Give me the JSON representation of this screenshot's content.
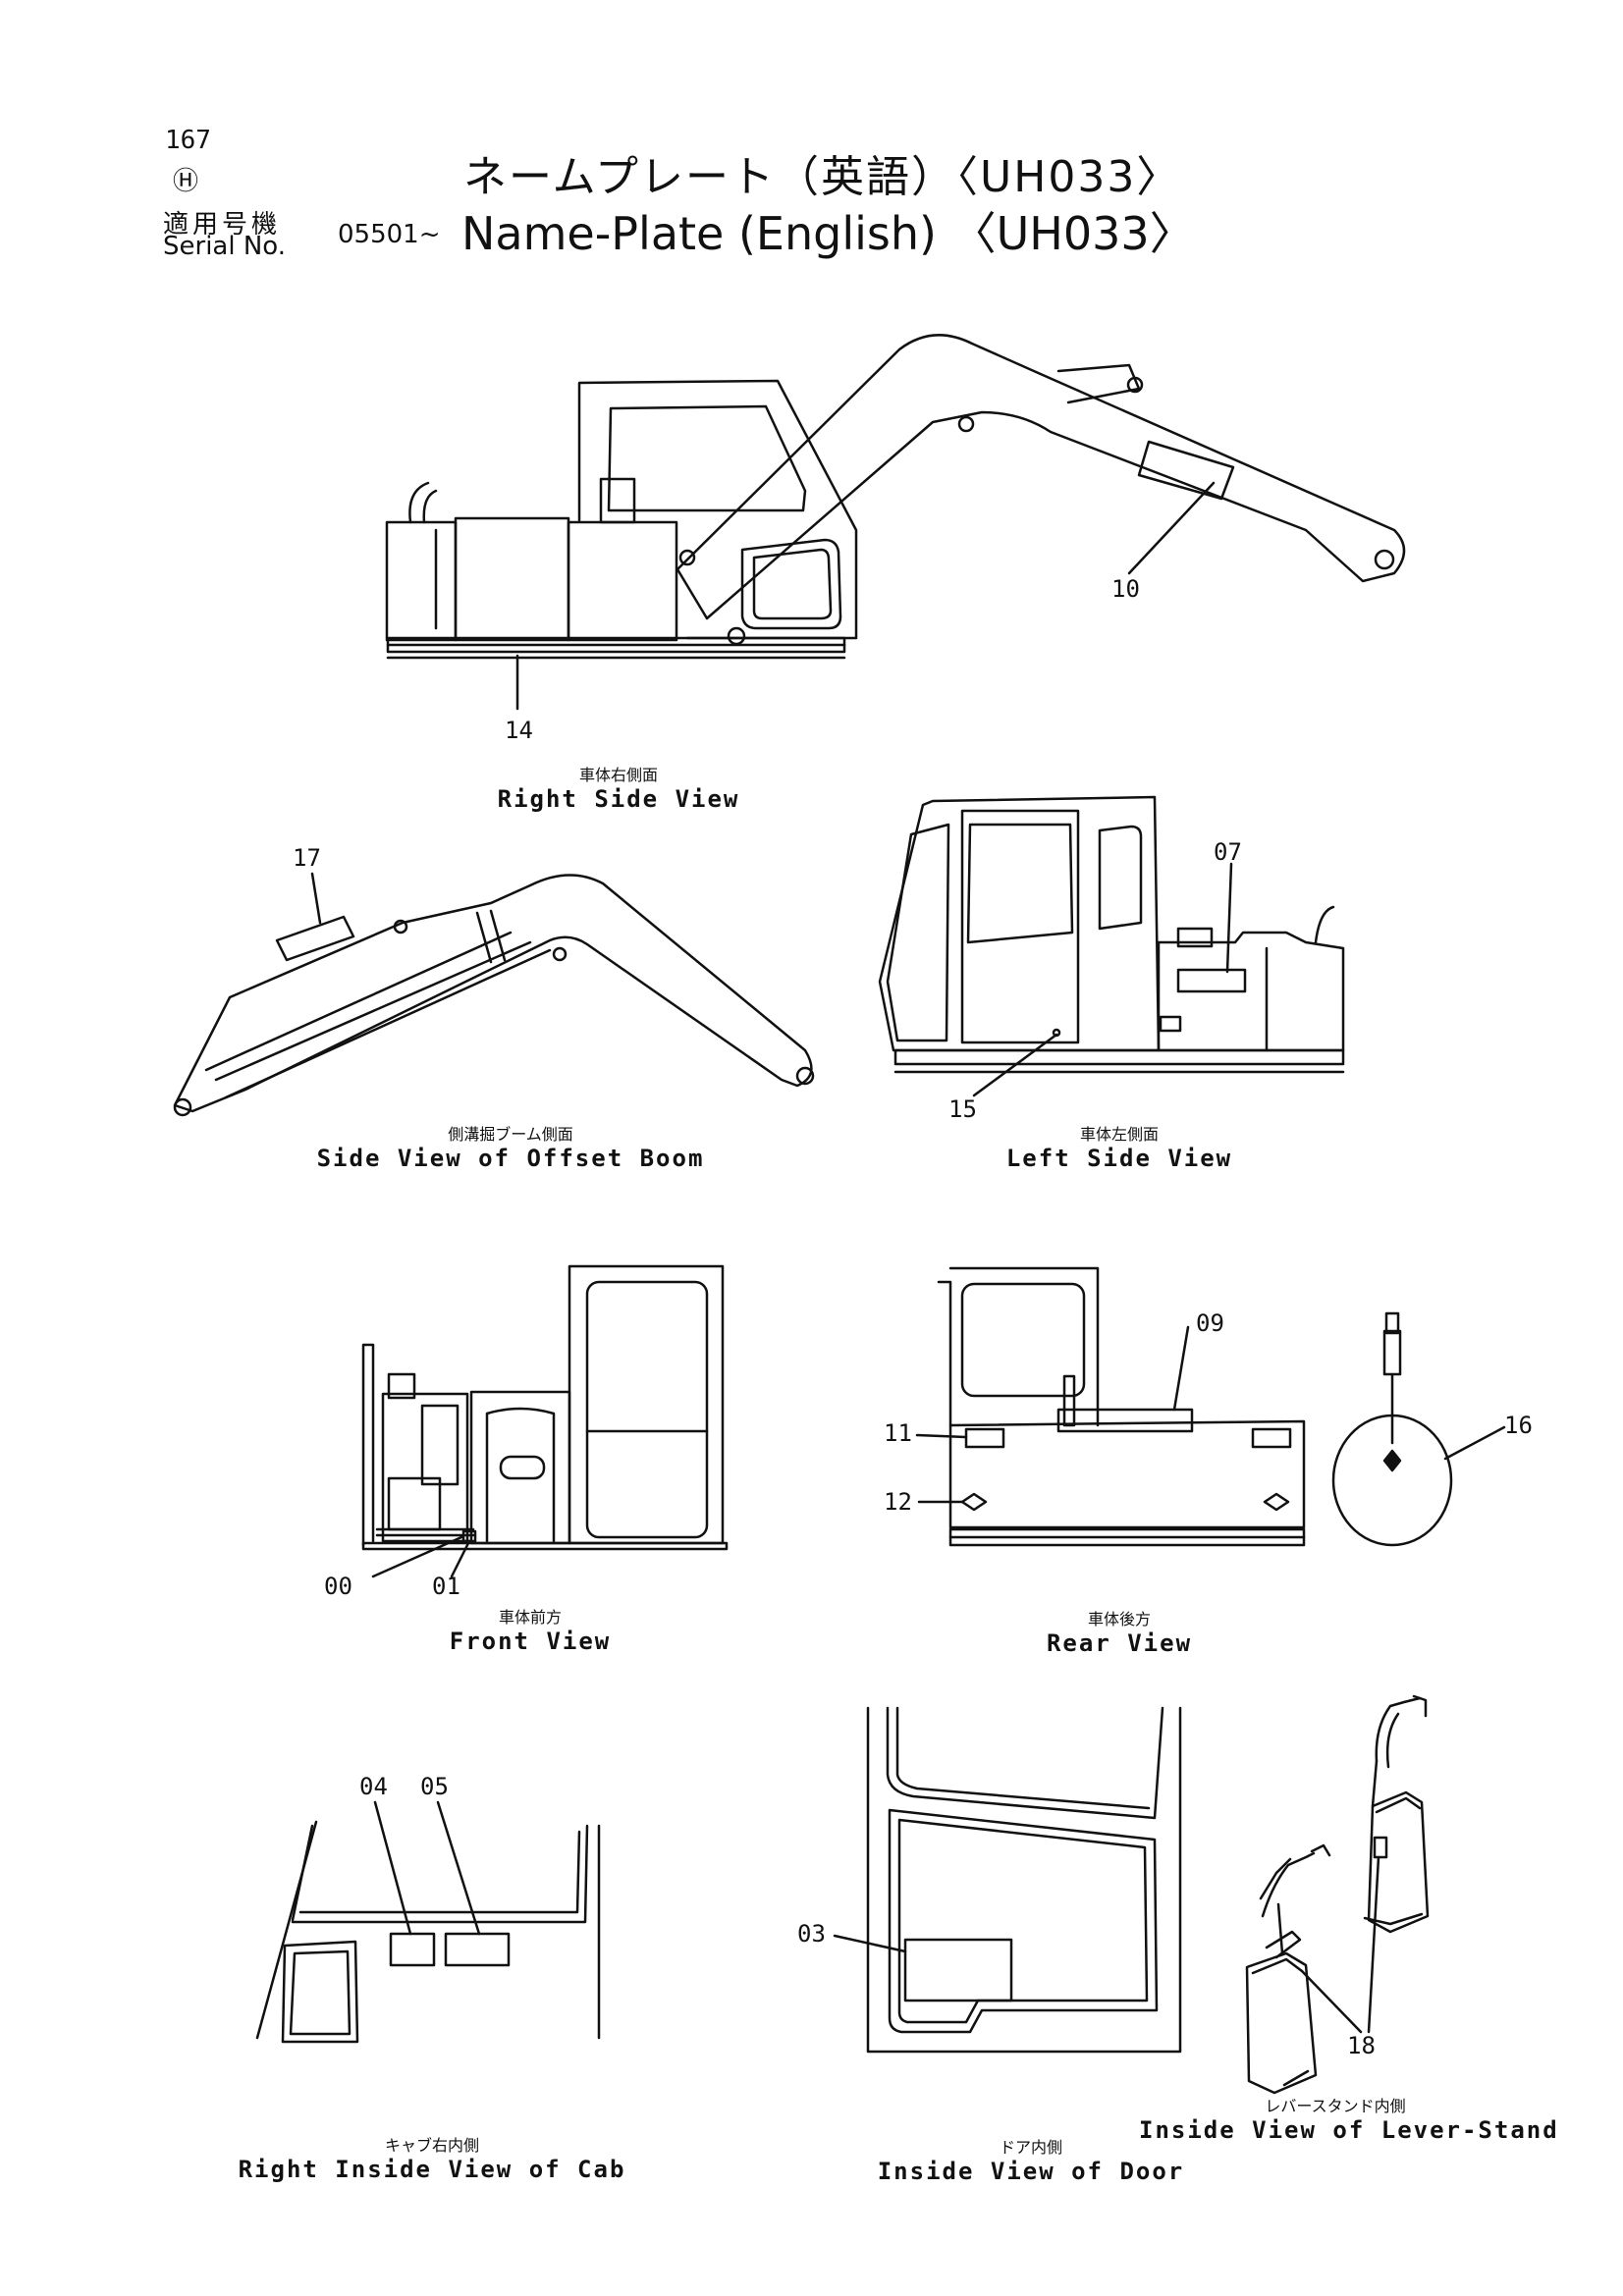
{
  "header": {
    "page_number": "167",
    "maker_mark": "Ⓗ",
    "title_jp": "ネームプレート（英語）〈UH033〉",
    "serial_label_jp": "適用号機",
    "serial_label_en": "Serial No.",
    "serial_value": "05501~",
    "title_en": "Name-Plate (English) 〈UH033〉"
  },
  "views": [
    {
      "id": "right-side",
      "caption_jp": "車体右側面",
      "caption_en": "Right Side View"
    },
    {
      "id": "offset-boom",
      "caption_jp": "側溝掘ブーム側面",
      "caption_en": "Side View of Offset Boom"
    },
    {
      "id": "left-side",
      "caption_jp": "車体左側面",
      "caption_en": "Left Side View"
    },
    {
      "id": "front",
      "caption_jp": "車体前方",
      "caption_en": "Front View"
    },
    {
      "id": "rear",
      "caption_jp": "車体後方",
      "caption_en": "Rear View"
    },
    {
      "id": "cab-inside",
      "caption_jp": "キャブ右内側",
      "caption_en": "Right Inside View of Cab"
    },
    {
      "id": "door-inside",
      "caption_jp": "ドア内側",
      "caption_en": "Inside View of Door"
    },
    {
      "id": "lever-stand",
      "caption_jp": "レバースタンド内側",
      "caption_en": "Inside View of Lever-Stand"
    }
  ],
  "callouts": {
    "c10": "10",
    "c14": "14",
    "c17": "17",
    "c07": "07",
    "c15": "15",
    "c09": "09",
    "c11": "11",
    "c12": "12",
    "c16": "16",
    "c00": "00",
    "c01": "01",
    "c04": "04",
    "c05": "05",
    "c03": "03",
    "c18": "18"
  }
}
